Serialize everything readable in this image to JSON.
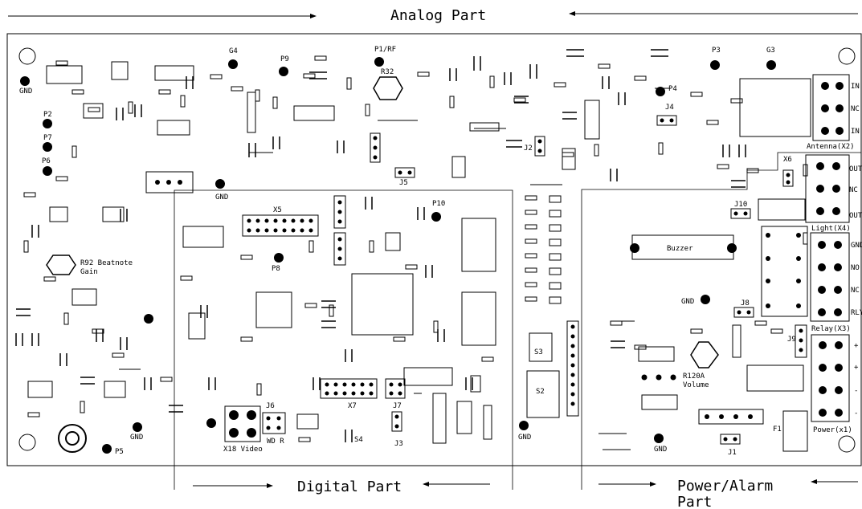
{
  "section_labels": {
    "analog": "Analog Part",
    "digital": "Digital Part",
    "power_alarm_line1": "Power/Alarm",
    "power_alarm_line2": "Part"
  },
  "component_labels": {
    "gnd_left": "GND",
    "p2": "P2",
    "p7": "P7",
    "p6": "P6",
    "g4": "G4",
    "p9": "P9",
    "p1rf": "P1/RF",
    "r32": "R32",
    "p3": "P3",
    "g3": "G3",
    "p4": "P4",
    "j4": "J4",
    "j2": "J2",
    "j5": "J5",
    "gnd_mid": "GND",
    "p10": "P10",
    "x5": "X5",
    "p8": "P8",
    "r92_line1": "R92 Beatnote",
    "r92_line2": "Gain",
    "x6": "X6",
    "j10": "J10",
    "buzzer": "Buzzer",
    "gnd_power": "GND",
    "j8": "J8",
    "j9": "J9",
    "r120a_line1": "R120A",
    "r120a_line2": "Volume",
    "s3": "S3",
    "s2": "S2",
    "j6": "J6",
    "x7": "X7",
    "j7": "J7",
    "s4": "S4",
    "j3": "J3",
    "x18": "X18 Video",
    "wdr": "WD R",
    "gnd_bottom": "GND",
    "p5": "P5",
    "gnd_dig": "GND",
    "gnd_pw2": "GND",
    "f1": "F1",
    "j1": "J1"
  },
  "connector_labels": {
    "antenna_title": "Antenna(X2)",
    "antenna_pins": [
      "IN",
      "NC",
      "IN"
    ],
    "x3_pins": [
      "OUT",
      "NC",
      "OUT"
    ],
    "light_title": "Light(X4)",
    "light_pins": [
      "GND",
      "NO",
      "NC",
      "RLY"
    ],
    "relay_title": "Relay(X3)",
    "power_pins": [
      "+",
      "+",
      "-",
      "-"
    ],
    "power_title": "Power(x1)"
  }
}
